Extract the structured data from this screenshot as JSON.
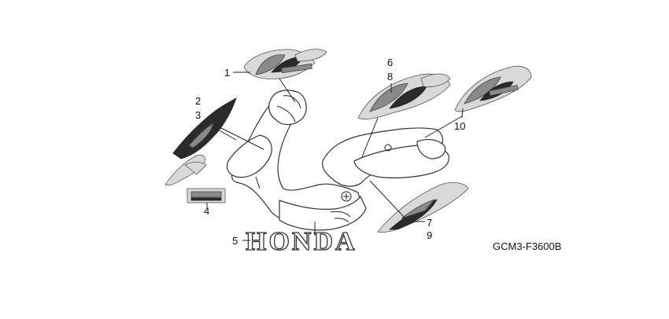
{
  "diagram": {
    "callouts": [
      {
        "id": "c1",
        "label": "1"
      },
      {
        "id": "c2",
        "label": "2"
      },
      {
        "id": "c3",
        "label": "3"
      },
      {
        "id": "c4",
        "label": "4"
      },
      {
        "id": "c5",
        "label": "5"
      },
      {
        "id": "c6",
        "label": "6"
      },
      {
        "id": "c8",
        "label": "8"
      },
      {
        "id": "c7",
        "label": "7"
      },
      {
        "id": "c9",
        "label": "9"
      },
      {
        "id": "c10",
        "label": "10"
      }
    ],
    "decal_text": {
      "honda": "HONDA"
    },
    "diagram_code": "GCM3-F3600B"
  }
}
